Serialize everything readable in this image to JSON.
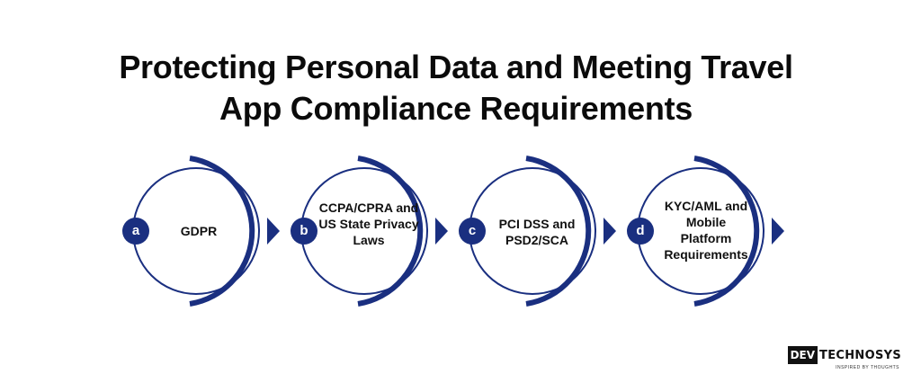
{
  "title": {
    "line1": "Protecting Personal Data and Meeting Travel",
    "line2": "App Compliance Requirements"
  },
  "steps": [
    {
      "badge": "a",
      "label": "GDPR"
    },
    {
      "badge": "b",
      "label": "CCPA/CPRA and US State Privacy Laws"
    },
    {
      "badge": "c",
      "label": "PCI DSS and PSD2/SCA"
    },
    {
      "badge": "d",
      "label": "KYC/AML and Mobile Platform Requirements"
    }
  ],
  "colors": {
    "accent": "#1a2f80",
    "text": "#0b0b0b",
    "background": "#ffffff"
  },
  "logo": {
    "mark": "DEV",
    "word": "TECHNOSYS",
    "tagline": "INSPIRED BY THOUGHTS"
  }
}
